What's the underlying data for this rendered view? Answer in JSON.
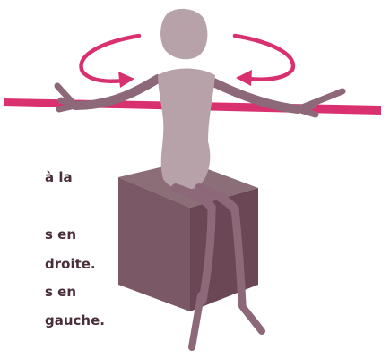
{
  "instructions": {
    "line1": "à la",
    "line2": "s en",
    "line3": "droite.",
    "line4": "s en",
    "line5": "gauche."
  },
  "colors": {
    "text": "#4a2e3b",
    "accent_arrow": "#d9306f",
    "figure_body": "#b8a2a9",
    "figure_limbs": "#8d6879",
    "cube_top": "#8b6e78",
    "cube_left": "#7a5866",
    "cube_right": "#6b4756"
  }
}
